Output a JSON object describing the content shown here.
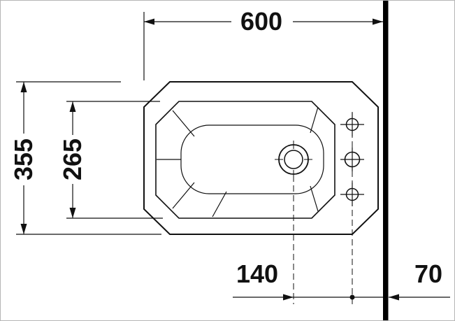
{
  "drawing": {
    "dims": {
      "overall_width": "600",
      "overall_depth": "355",
      "basin_depth": "265",
      "drain_offset": "140",
      "wall_offset": "70"
    },
    "colors": {
      "line": "#111111",
      "wall": "#000000",
      "background": "#ffffff"
    }
  }
}
